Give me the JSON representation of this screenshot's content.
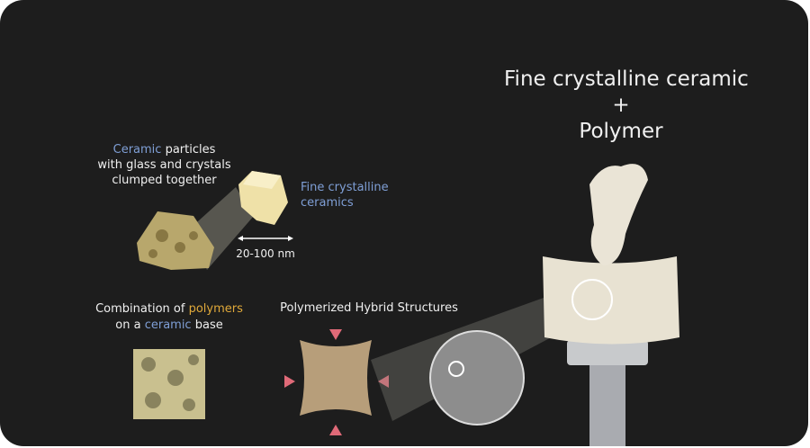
{
  "title": {
    "line1": "Fine crystalline ceramic",
    "plus": "+",
    "line2": "Polymer"
  },
  "particles": {
    "highlight": "Ceramic",
    "rest1": " particles",
    "line2": "with glass and crystals",
    "line3": "clumped together"
  },
  "fine": {
    "line1": "Fine crystalline",
    "line2": "ceramics"
  },
  "scale": "20-100 nm",
  "combination": {
    "pre": "Combination of ",
    "polymers": "polymers",
    "line2pre": "on a ",
    "ceramic": "ceramic",
    "line2post": " base"
  },
  "hybrid": "Polymerized Hybrid Structures",
  "colors": {
    "background": "#1d1d1d",
    "blue": "#7f9fd6",
    "gold": "#e0a93a"
  }
}
